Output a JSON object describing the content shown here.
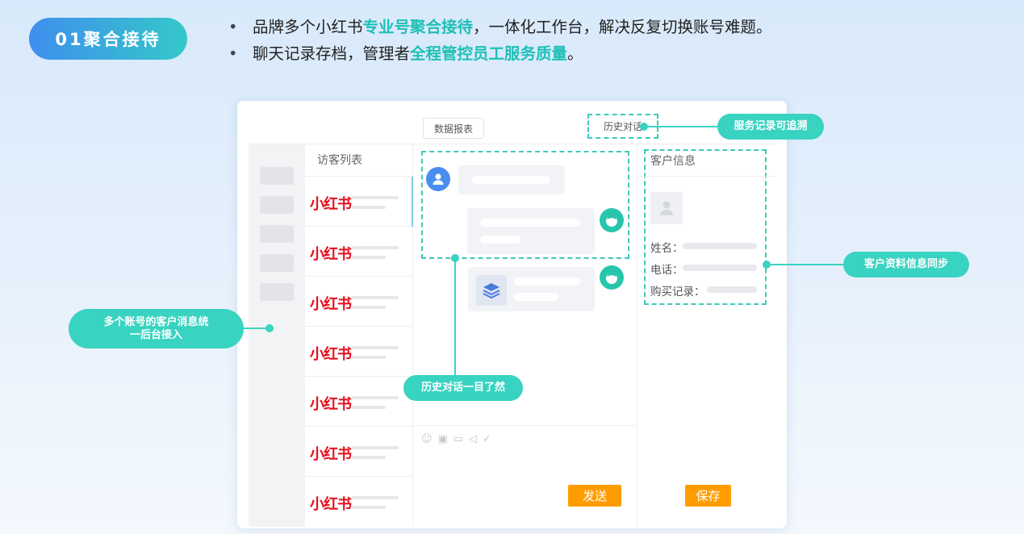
{
  "badge": {
    "label": "01聚合接待"
  },
  "bullets": [
    {
      "pre": "品牌多个小红书",
      "hl": "专业号聚合接待",
      "post": "，一体化工作台，解决反复切换账号难题。"
    },
    {
      "pre": "聊天记录存档，管理者",
      "hl": "全程管控员工服务质量",
      "post": "。"
    }
  ],
  "app": {
    "tab_data": "数据报表",
    "tab_history": "历史对话",
    "visitor_list_title": "访客列表",
    "visitor_logo_text": "小红书",
    "customer_info_title": "客户信息",
    "fields": {
      "name": "姓名：",
      "phone": "电话：",
      "purchase": "购买记录："
    },
    "send_label": "发送",
    "save_label": "保存"
  },
  "callouts": {
    "history_trace": "服务记录可追溯",
    "customer_sync": "客户资料信息同步",
    "accounts_line1": "多个账号的客户消息统",
    "accounts_line2": "一后台接入",
    "history_glance": "历史对话一目了然"
  },
  "icons": {
    "visitor_avatar": "user-icon",
    "agent_avatar": "agent-icon",
    "product": "layers-icon",
    "tools": [
      "emoji-icon",
      "image-icon",
      "video-icon",
      "audio-icon",
      "thumbs-up-icon"
    ]
  },
  "colors": {
    "accent": "#39d3c1",
    "highlight": "#1fbfb6",
    "button": "#ff9d00",
    "brand_red": "#e5101e"
  }
}
